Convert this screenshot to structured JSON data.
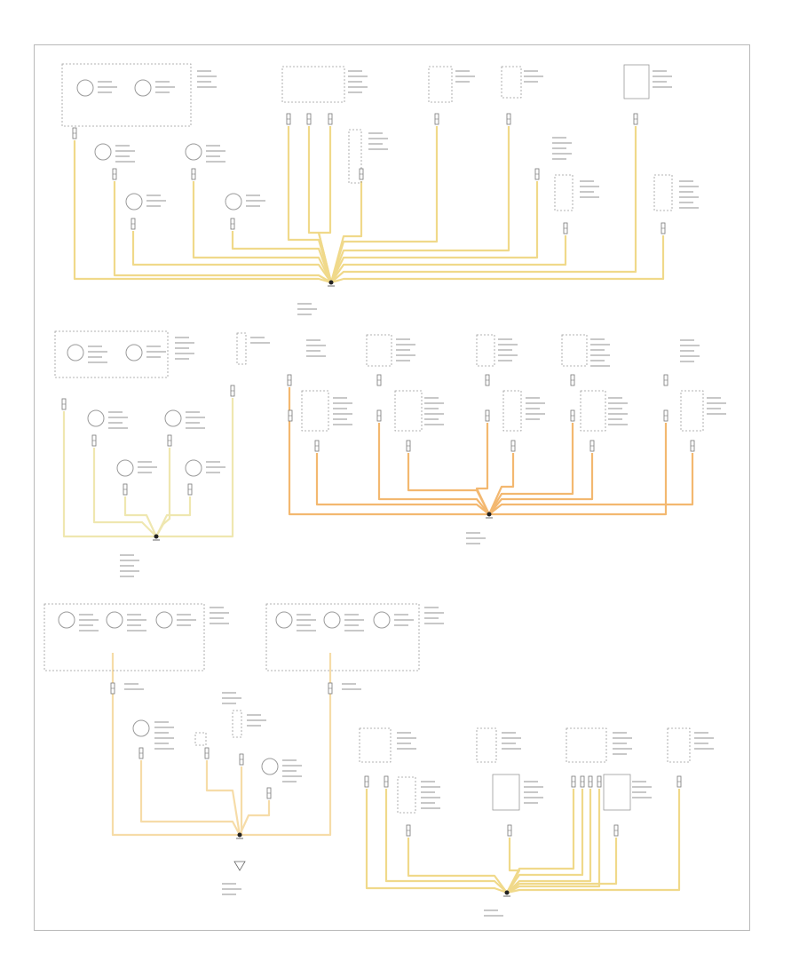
{
  "diagram": {
    "figure_code": "",
    "wire_colors": {
      "yellow": "#f0d98a",
      "orange": "#f3b870",
      "light_yellow": "#efe7b0",
      "pale": "#f6dca8"
    },
    "ground_points": [
      {
        "id": "g1",
        "label": ""
      },
      {
        "id": "g2",
        "label": ""
      },
      {
        "id": "g3",
        "label": ""
      },
      {
        "id": "g4",
        "label": ""
      },
      {
        "id": "g5",
        "label": ""
      }
    ]
  }
}
